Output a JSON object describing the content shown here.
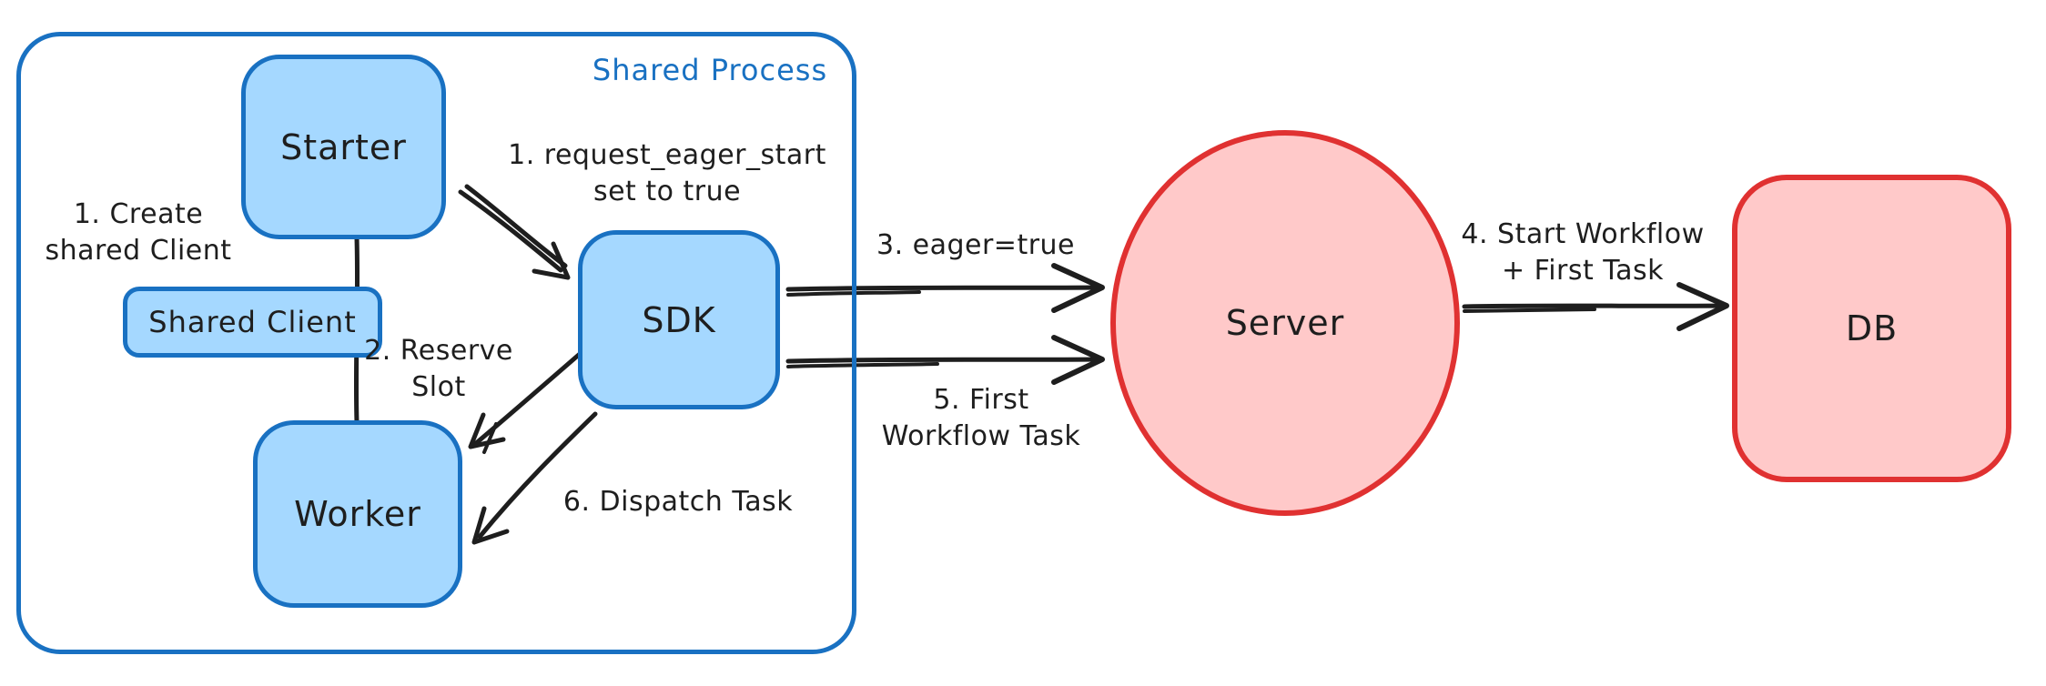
{
  "diagram": {
    "container_label": "Shared Process",
    "nodes": [
      {
        "id": "starter",
        "label": "Starter",
        "shape": "rounded-rect",
        "palette": "blue"
      },
      {
        "id": "shared-client",
        "label": "Shared Client",
        "shape": "rounded-rect",
        "palette": "blue"
      },
      {
        "id": "worker",
        "label": "Worker",
        "shape": "rounded-rect",
        "palette": "blue"
      },
      {
        "id": "sdk",
        "label": "SDK",
        "shape": "rounded-rect",
        "palette": "blue"
      },
      {
        "id": "server",
        "label": "Server",
        "shape": "ellipse",
        "palette": "red"
      },
      {
        "id": "db",
        "label": "DB",
        "shape": "rounded-rect",
        "palette": "red"
      }
    ],
    "annotations": [
      {
        "id": "create-shared-client",
        "lines": [
          "1. Create",
          "shared Client"
        ]
      },
      {
        "id": "request-eager-start",
        "lines": [
          "1. request_eager_start",
          "set to true"
        ]
      },
      {
        "id": "reserve-slot",
        "lines": [
          "2. Reserve",
          "Slot"
        ]
      },
      {
        "id": "eager-true",
        "lines": [
          "3. eager=true"
        ]
      },
      {
        "id": "first-workflow-task",
        "lines": [
          "5. First",
          "Workflow Task"
        ]
      },
      {
        "id": "dispatch-task",
        "lines": [
          "6. Dispatch Task"
        ]
      },
      {
        "id": "start-workflow",
        "lines": [
          "4. Start Workflow",
          "+ First Task"
        ]
      }
    ],
    "edges": [
      {
        "from": "starter",
        "to": "worker",
        "via": "shared-client",
        "style": "line"
      },
      {
        "from": "starter",
        "to": "sdk",
        "label": "1. request_eager_start set to true"
      },
      {
        "from": "sdk",
        "to": "worker",
        "label": "2. Reserve Slot"
      },
      {
        "from": "sdk",
        "to": "server",
        "label": "3. eager=true"
      },
      {
        "from": "server",
        "to": "db",
        "label": "4. Start Workflow + First Task"
      },
      {
        "from": "sdk",
        "to": "server",
        "label": "5. First Workflow Task"
      },
      {
        "from": "sdk",
        "to": "worker",
        "label": "6. Dispatch Task"
      }
    ],
    "colors": {
      "blue_stroke": "#1971c2",
      "blue_fill": "#a5d8ff",
      "red_stroke": "#e03131",
      "red_fill": "#ffc9c9",
      "ink": "#1e1e1e",
      "background": "#ffffff"
    }
  }
}
